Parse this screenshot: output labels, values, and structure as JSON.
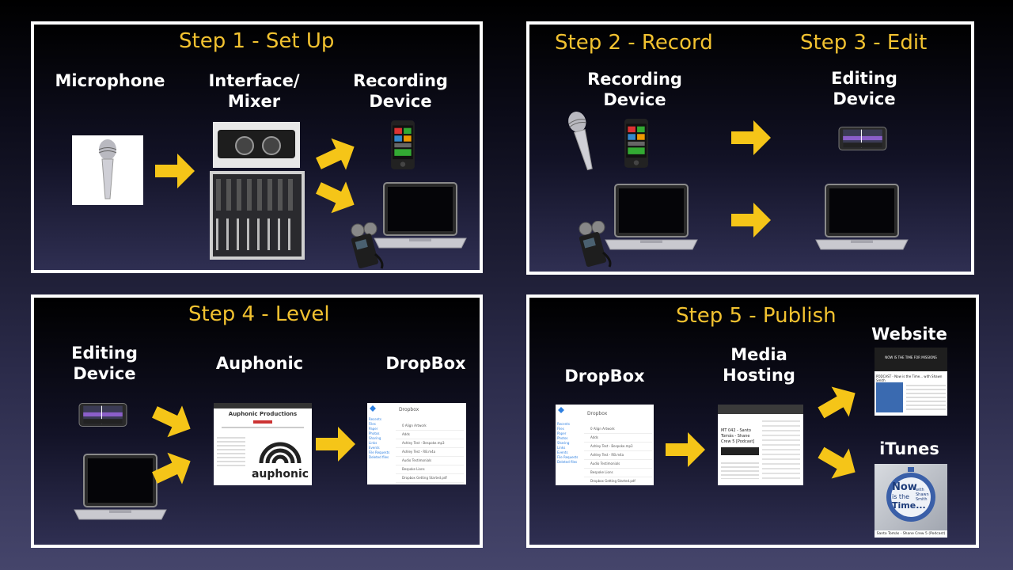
{
  "step1": {
    "title": "Step 1 - Set Up",
    "labels": {
      "microphone": "Microphone",
      "interface": "Interface/\nMixer",
      "recording": "Recording\nDevice"
    }
  },
  "step2": {
    "title": "Step 2 - Record",
    "labels": {
      "recording": "Recording\nDevice"
    }
  },
  "step3": {
    "title": "Step 3 - Edit",
    "labels": {
      "editing": "Editing\nDevice"
    }
  },
  "step4": {
    "title": "Step 4 - Level",
    "labels": {
      "editing": "Editing\nDevice",
      "auphonic": "Auphonic",
      "dropbox": "DropBox"
    },
    "auphonic_page": {
      "header": "Auphonic Productions",
      "brand": "auphonic"
    },
    "dropbox_page": {
      "header": "Dropbox",
      "sidebar": [
        "Recents",
        "Files",
        "Paper",
        "Photos",
        "Sharing",
        "Links",
        "Events",
        "File Requests",
        "Deleted files"
      ],
      "files": [
        "0 Align Artwork",
        "Adds",
        "Ashley Test - Bespoke.mp3",
        "Ashley Test - RB.m4a",
        "Audio Testimonials",
        "Bespoke Lions",
        "Dropbox Getting Started.pdf"
      ]
    }
  },
  "step5": {
    "title": "Step 5 - Publish",
    "labels": {
      "dropbox": "DropBox",
      "media": "Media\nHosting",
      "website": "Website",
      "itunes": "iTunes"
    },
    "media_page": {
      "title": "MT 042 - Santo Tomás - Shane Crew 5 [Podcast]"
    },
    "website_page": {
      "banner": "NOW IS THE TIME FOR MISSIONS",
      "post": "PODCAST - Now is the Time... with Shawn Smith"
    },
    "itunes_art": {
      "line1": "Now",
      "line2": "is the",
      "line3": "Time...",
      "with": "with Shawn Smith",
      "caption": "Santo Tomás - Shane Crew 5 (Podcast)"
    }
  },
  "colors": {
    "accent": "#f2c230",
    "arrow": "#f5c518",
    "border": "#ffffff"
  }
}
